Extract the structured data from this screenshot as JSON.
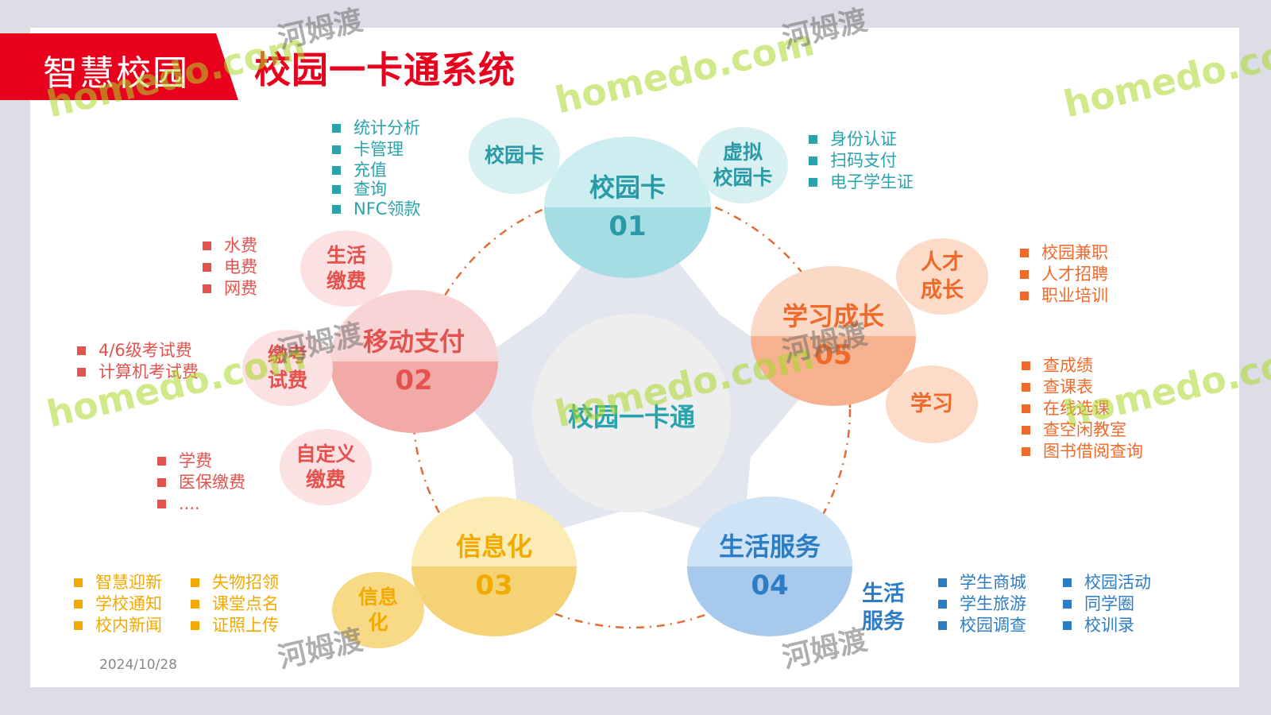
{
  "header": {
    "tag": "智慧校园",
    "title": "校园一卡通系统"
  },
  "center": {
    "label": "校园一卡通"
  },
  "modules": {
    "m01": {
      "title": "校园卡",
      "num": "01"
    },
    "m02": {
      "title": "移动支付",
      "num": "02"
    },
    "m03": {
      "title": "信息化",
      "num": "03"
    },
    "m04": {
      "title": "生活服务",
      "num": "04"
    },
    "m05": {
      "title": "学习成长",
      "num": "05"
    }
  },
  "subs": {
    "campus_card": "校园卡",
    "virtual_card": [
      "虚拟",
      "校园卡"
    ],
    "life_pay": [
      "生活",
      "缴费"
    ],
    "exam_fee": [
      "缴考",
      "试费"
    ],
    "custom_pay": [
      "自定义",
      "缴费"
    ],
    "info": [
      "信息",
      "化"
    ],
    "talent": [
      "人才",
      "成长"
    ],
    "study": "学习",
    "life_service": [
      "生活",
      "服务"
    ]
  },
  "lists": {
    "card_mgmt": [
      "统计分析",
      "卡管理",
      "充值",
      "查询",
      "NFC领款"
    ],
    "virtual": [
      "身份认证",
      "扫码支付",
      "电子学生证"
    ],
    "utilities": [
      "水费",
      "电费",
      "网费"
    ],
    "exam": [
      "4/6级考试费",
      "计算机考试费"
    ],
    "custom": [
      "学费",
      "医保缴费",
      "...."
    ],
    "talent": [
      "校园兼职",
      "人才招聘",
      "职业培训"
    ],
    "study": [
      "查成绩",
      "查课表",
      "在线选课",
      "查空闲教室",
      "图书借阅查询"
    ],
    "info_a": [
      "智慧迎新",
      "学校通知",
      "校内新闻"
    ],
    "info_b": [
      "失物招领",
      "课堂点名",
      "证照上传"
    ],
    "life_a": [
      "学生商城",
      "学生旅游",
      "校园调查"
    ],
    "life_b": [
      "校园活动",
      "同学圈",
      "校训录"
    ]
  },
  "footer": {
    "date": "2024/10/28"
  },
  "watermark": {
    "en": "homedo.com",
    "cn": "河姆渡"
  },
  "colors": {
    "teal": "#2aa3ad",
    "pink": "#e4524e",
    "yellow": "#f2a900",
    "blue": "#2d7dc4",
    "orange": "#ef6a2a",
    "red": "#e8001c"
  }
}
